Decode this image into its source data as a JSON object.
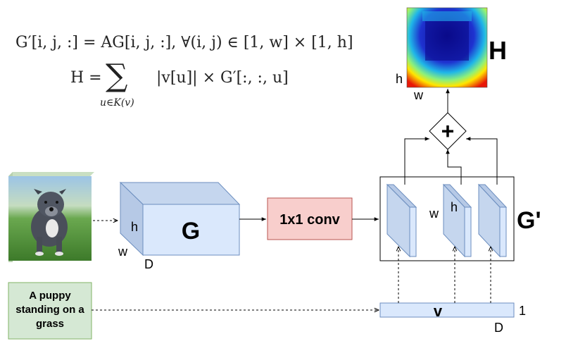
{
  "formulas": {
    "line1": "G′[i, j, :] = AG[i, j, :], ∀(i, j) ∈ [1, w] × [1, h]",
    "line2_lhs": "H =",
    "line2_sigma": "∑",
    "line2_subscript": "u∈K(v)",
    "line2_rhs": "|v[u]| × G′[:, :, u]"
  },
  "image_input": {
    "alt": "puppy photo"
  },
  "text_input": {
    "label": "A puppy standing on a grass"
  },
  "block_G": {
    "label": "G",
    "h": "h",
    "w": "w",
    "D": "D"
  },
  "conv": {
    "label": "1x1 conv"
  },
  "gprime": {
    "label": "G'",
    "w": "w",
    "h": "h"
  },
  "plus": {
    "symbol": "+"
  },
  "heatmap": {
    "label": "H",
    "h": "h",
    "w": "w"
  },
  "vector": {
    "label": "v",
    "one": "1",
    "D": "D"
  },
  "colors": {
    "light_blue": "#dae8fc",
    "blue_border": "#6c8ebf",
    "conv_fill": "#f8cecc",
    "conv_border": "#b85450",
    "green_fill": "#d5e8d4",
    "green_border": "#82b366"
  }
}
